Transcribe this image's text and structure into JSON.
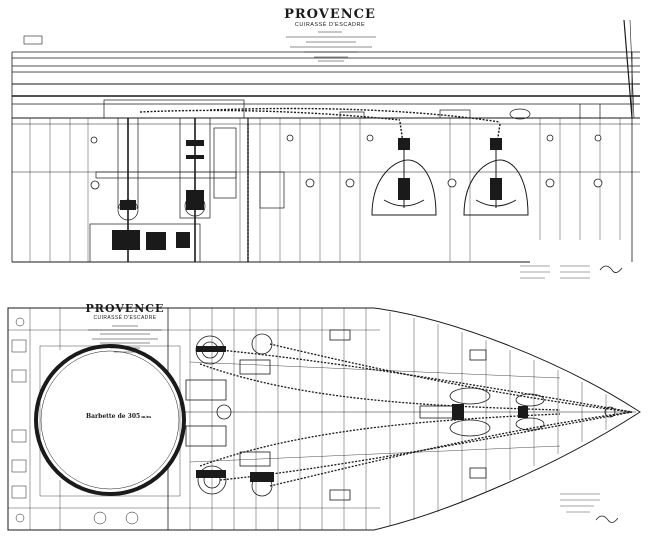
{
  "top_title": {
    "ship": "PROVENCE",
    "type": "CUIRASSÉ D'ESCADRE"
  },
  "bottom_title": {
    "ship": "PROVENCE",
    "type": "CUIRASSÉ D'ESCADRE"
  },
  "deck_caption": {
    "label": "Barbette de 305",
    "suffix": "m/m"
  },
  "colors": {
    "ink": "#1a1a1a",
    "paper": "#ffffff"
  }
}
